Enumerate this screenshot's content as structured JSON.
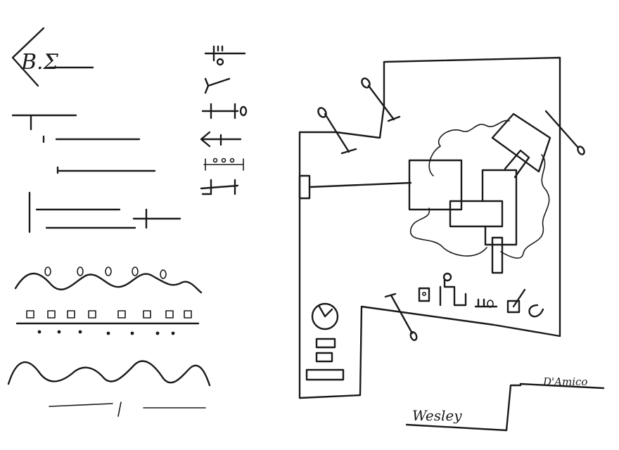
{
  "legend": {
    "title": "B.Σ"
  },
  "signatures": {
    "left": "Wesley",
    "right": "D'Amico"
  },
  "ink_color": "#1a1a1a",
  "paper_color": "#ffffff",
  "icons": [
    "window-symbol",
    "door-symbol",
    "wall-symbol",
    "arrow-symbol",
    "rail-symbol",
    "step-symbol",
    "clock-icon",
    "tree-symbol"
  ]
}
